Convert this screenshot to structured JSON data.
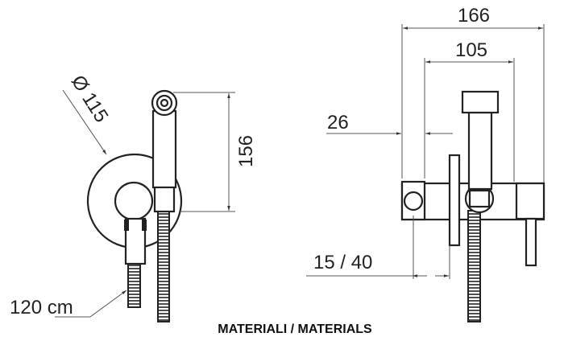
{
  "dimensions": {
    "diameter": "Ø 115",
    "height": "156",
    "hose_length": "120 cm",
    "total_depth": "166",
    "body_depth": "105",
    "inlet_depth": "26",
    "wall_range": "15 / 40"
  },
  "caption": "MATERIALI / MATERIALS"
}
